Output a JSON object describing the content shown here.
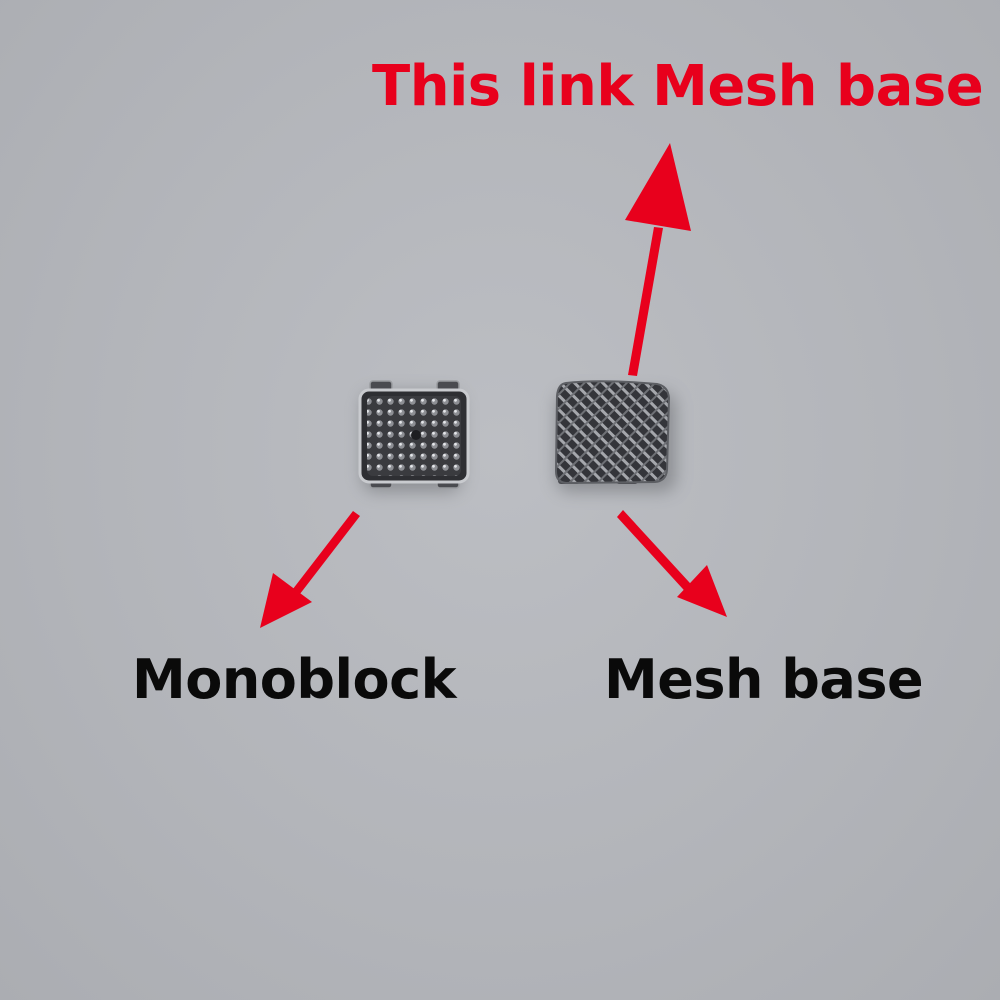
{
  "annotations": {
    "top_label": "This link Mesh base",
    "left_label": "Monoblock",
    "right_label": "Mesh base"
  },
  "objects": [
    {
      "name": "monoblock-bracket",
      "pattern": "dot-grid"
    },
    {
      "name": "mesh-base-bracket",
      "pattern": "diagonal-mesh"
    }
  ],
  "colors": {
    "background": "#b5b7bc",
    "accent_red": "#e8001c",
    "label_black": "#0a0a0a",
    "metal_dark": "#2e2f33",
    "metal_light": "#c9cbcf"
  }
}
